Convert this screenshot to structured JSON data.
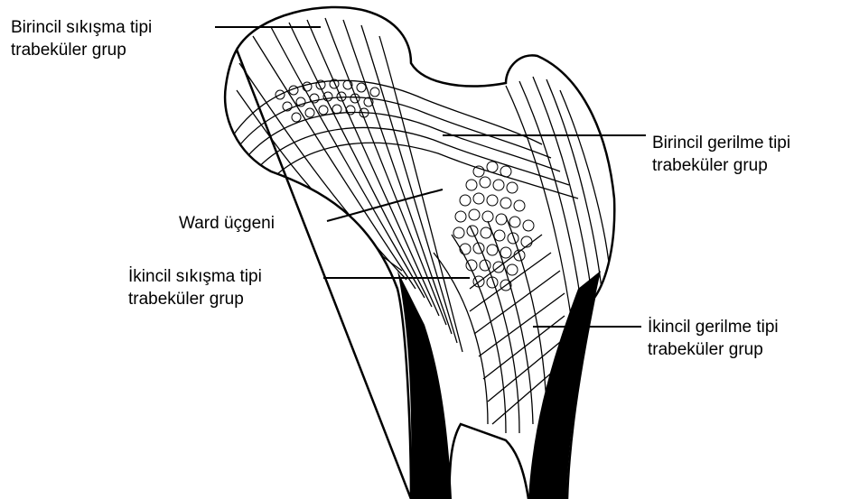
{
  "labels": {
    "primary_compressive": {
      "line1": "Birincil sıkışma tipi",
      "line2": "trabeküler grup"
    },
    "primary_tensile": {
      "line1": "Birincil gerilme tipi",
      "line2": "trabeküler grup"
    },
    "ward_triangle": {
      "line1": "Ward üçgeni"
    },
    "secondary_compressive": {
      "line1": "İkincil sıkışma tipi",
      "line2": "trabeküler grup"
    },
    "secondary_tensile": {
      "line1": "İkincil gerilme tipi",
      "line2": "trabeküler grup"
    }
  },
  "colors": {
    "ink": "#000000",
    "paper": "#ffffff"
  }
}
